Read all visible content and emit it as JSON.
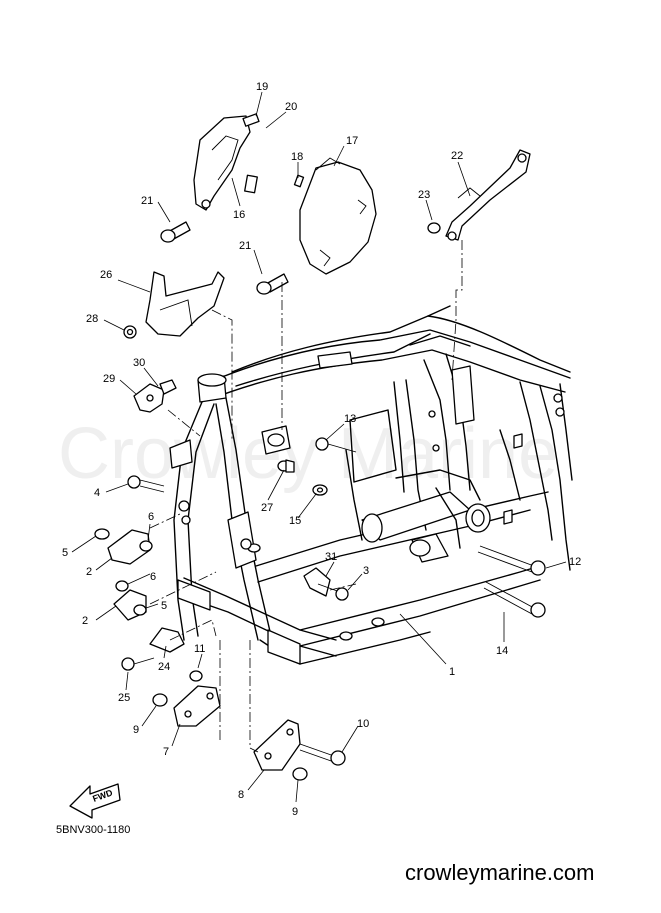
{
  "watermark": "Crowley Marine",
  "diagram_code": "5BNV300-1180",
  "site_url": "crowleymarine.com",
  "fwd_label": "FWD",
  "callouts": [
    {
      "id": "c19",
      "label": "19"
    },
    {
      "id": "c20",
      "label": "20"
    },
    {
      "id": "c17",
      "label": "17"
    },
    {
      "id": "c18",
      "label": "18"
    },
    {
      "id": "c16",
      "label": "16"
    },
    {
      "id": "c21a",
      "label": "21"
    },
    {
      "id": "c22",
      "label": "22"
    },
    {
      "id": "c23",
      "label": "23"
    },
    {
      "id": "c21b",
      "label": "21"
    },
    {
      "id": "c26",
      "label": "26"
    },
    {
      "id": "c28",
      "label": "28"
    },
    {
      "id": "c30",
      "label": "30"
    },
    {
      "id": "c29",
      "label": "29"
    },
    {
      "id": "c13",
      "label": "13"
    },
    {
      "id": "c4",
      "label": "4"
    },
    {
      "id": "c27",
      "label": "27"
    },
    {
      "id": "c15",
      "label": "15"
    },
    {
      "id": "c6a",
      "label": "6"
    },
    {
      "id": "c5a",
      "label": "5"
    },
    {
      "id": "c2a",
      "label": "2"
    },
    {
      "id": "c12",
      "label": "12"
    },
    {
      "id": "c31",
      "label": "31"
    },
    {
      "id": "c3",
      "label": "3"
    },
    {
      "id": "c6b",
      "label": "6"
    },
    {
      "id": "c5b",
      "label": "5"
    },
    {
      "id": "c2b",
      "label": "2"
    },
    {
      "id": "c14",
      "label": "14"
    },
    {
      "id": "c24",
      "label": "24"
    },
    {
      "id": "c11",
      "label": "11"
    },
    {
      "id": "c1",
      "label": "1"
    },
    {
      "id": "c25",
      "label": "25"
    },
    {
      "id": "c9a",
      "label": "9"
    },
    {
      "id": "c10",
      "label": "10"
    },
    {
      "id": "c7",
      "label": "7"
    },
    {
      "id": "c8",
      "label": "8"
    },
    {
      "id": "c9b",
      "label": "9"
    }
  ]
}
